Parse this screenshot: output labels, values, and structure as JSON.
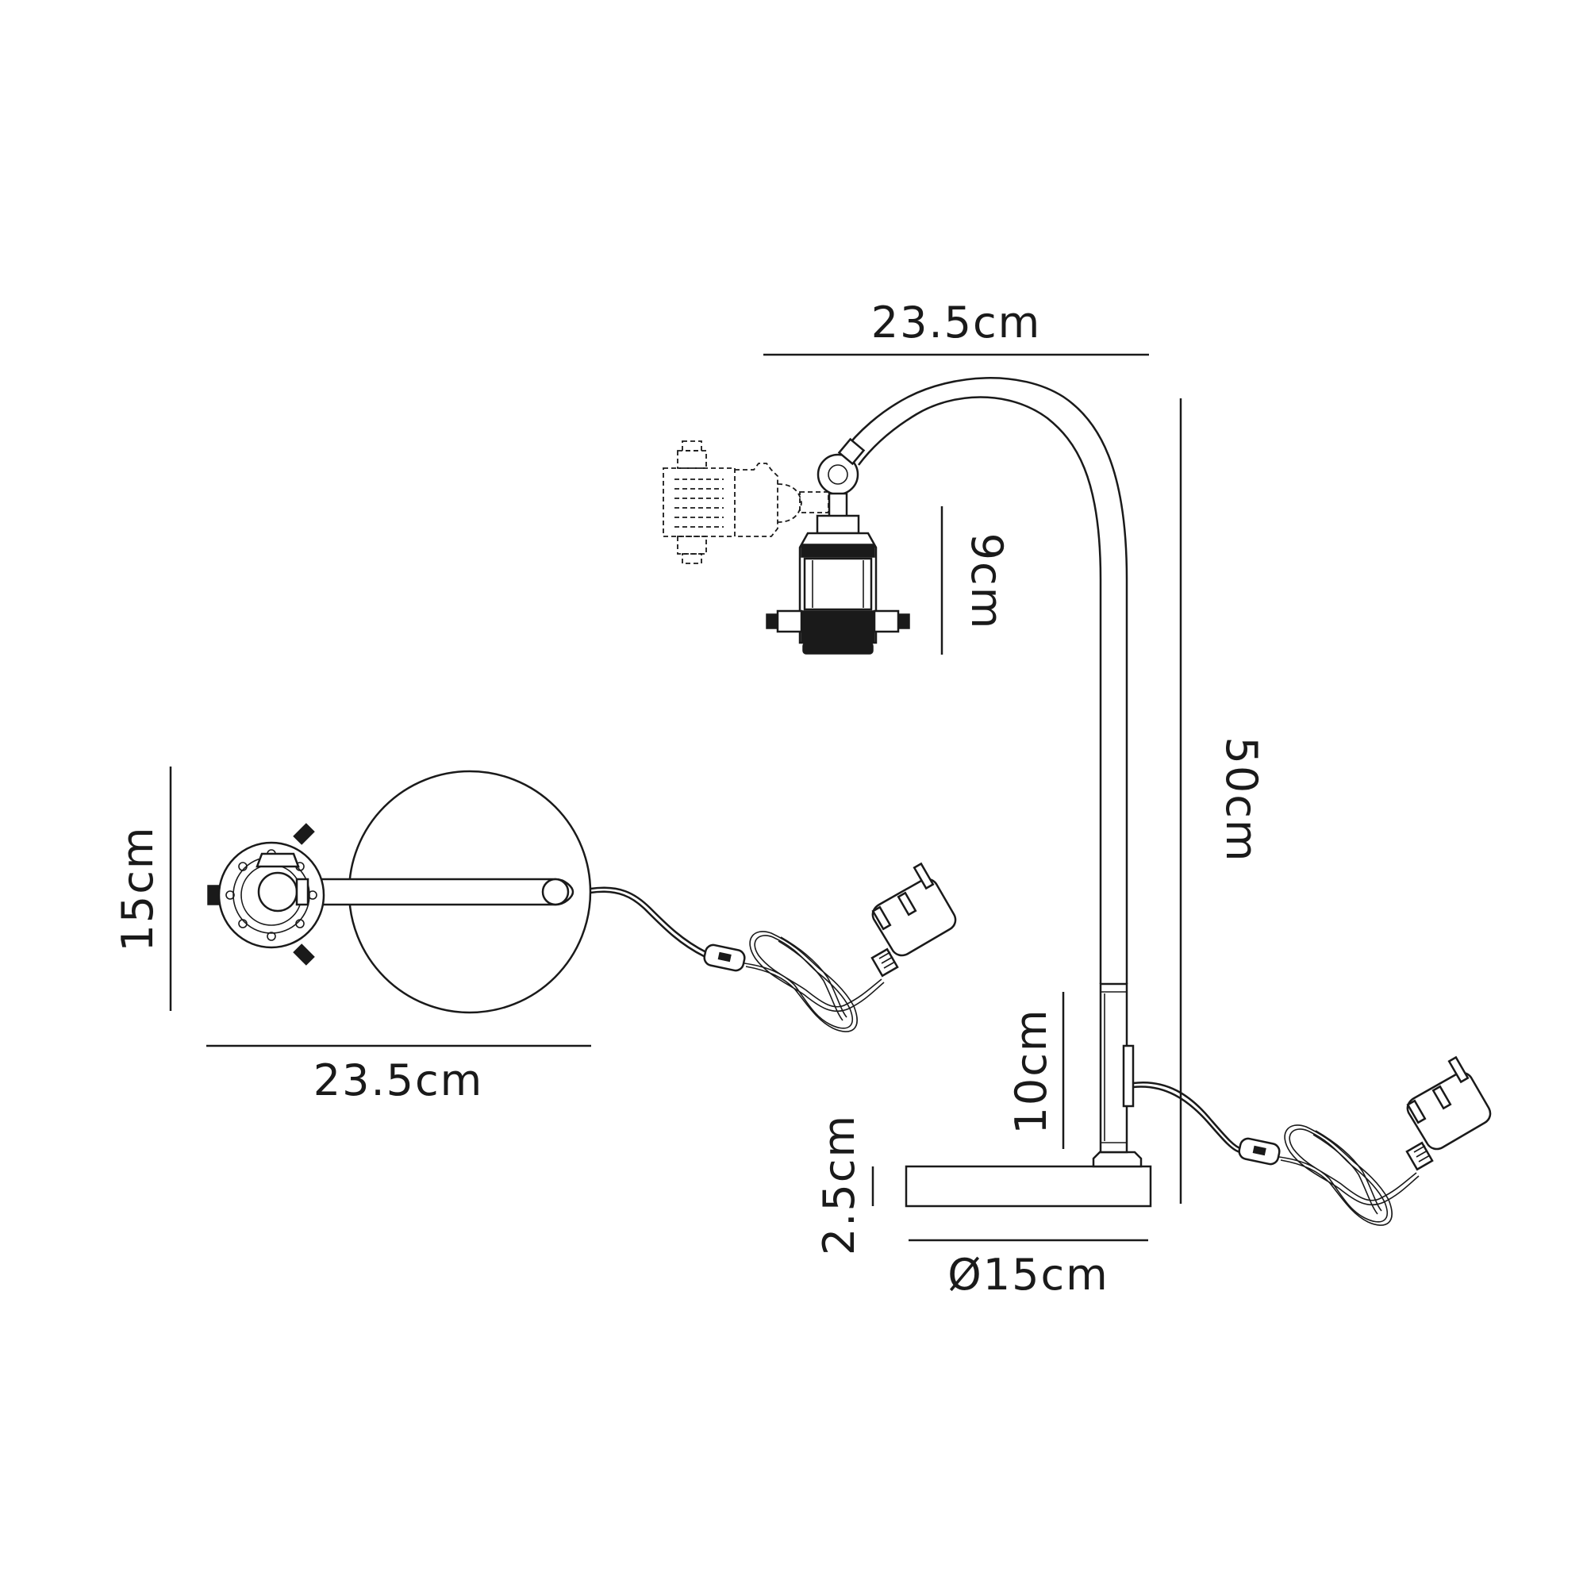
{
  "dimensions": {
    "top_width": "23.5cm",
    "shade_height": "9cm",
    "overall_height": "50cm",
    "stem_height": "10cm",
    "base_height": "2.5cm",
    "base_diameter": "Ø15cm",
    "plan_width": "23.5cm",
    "plan_depth": "15cm"
  }
}
